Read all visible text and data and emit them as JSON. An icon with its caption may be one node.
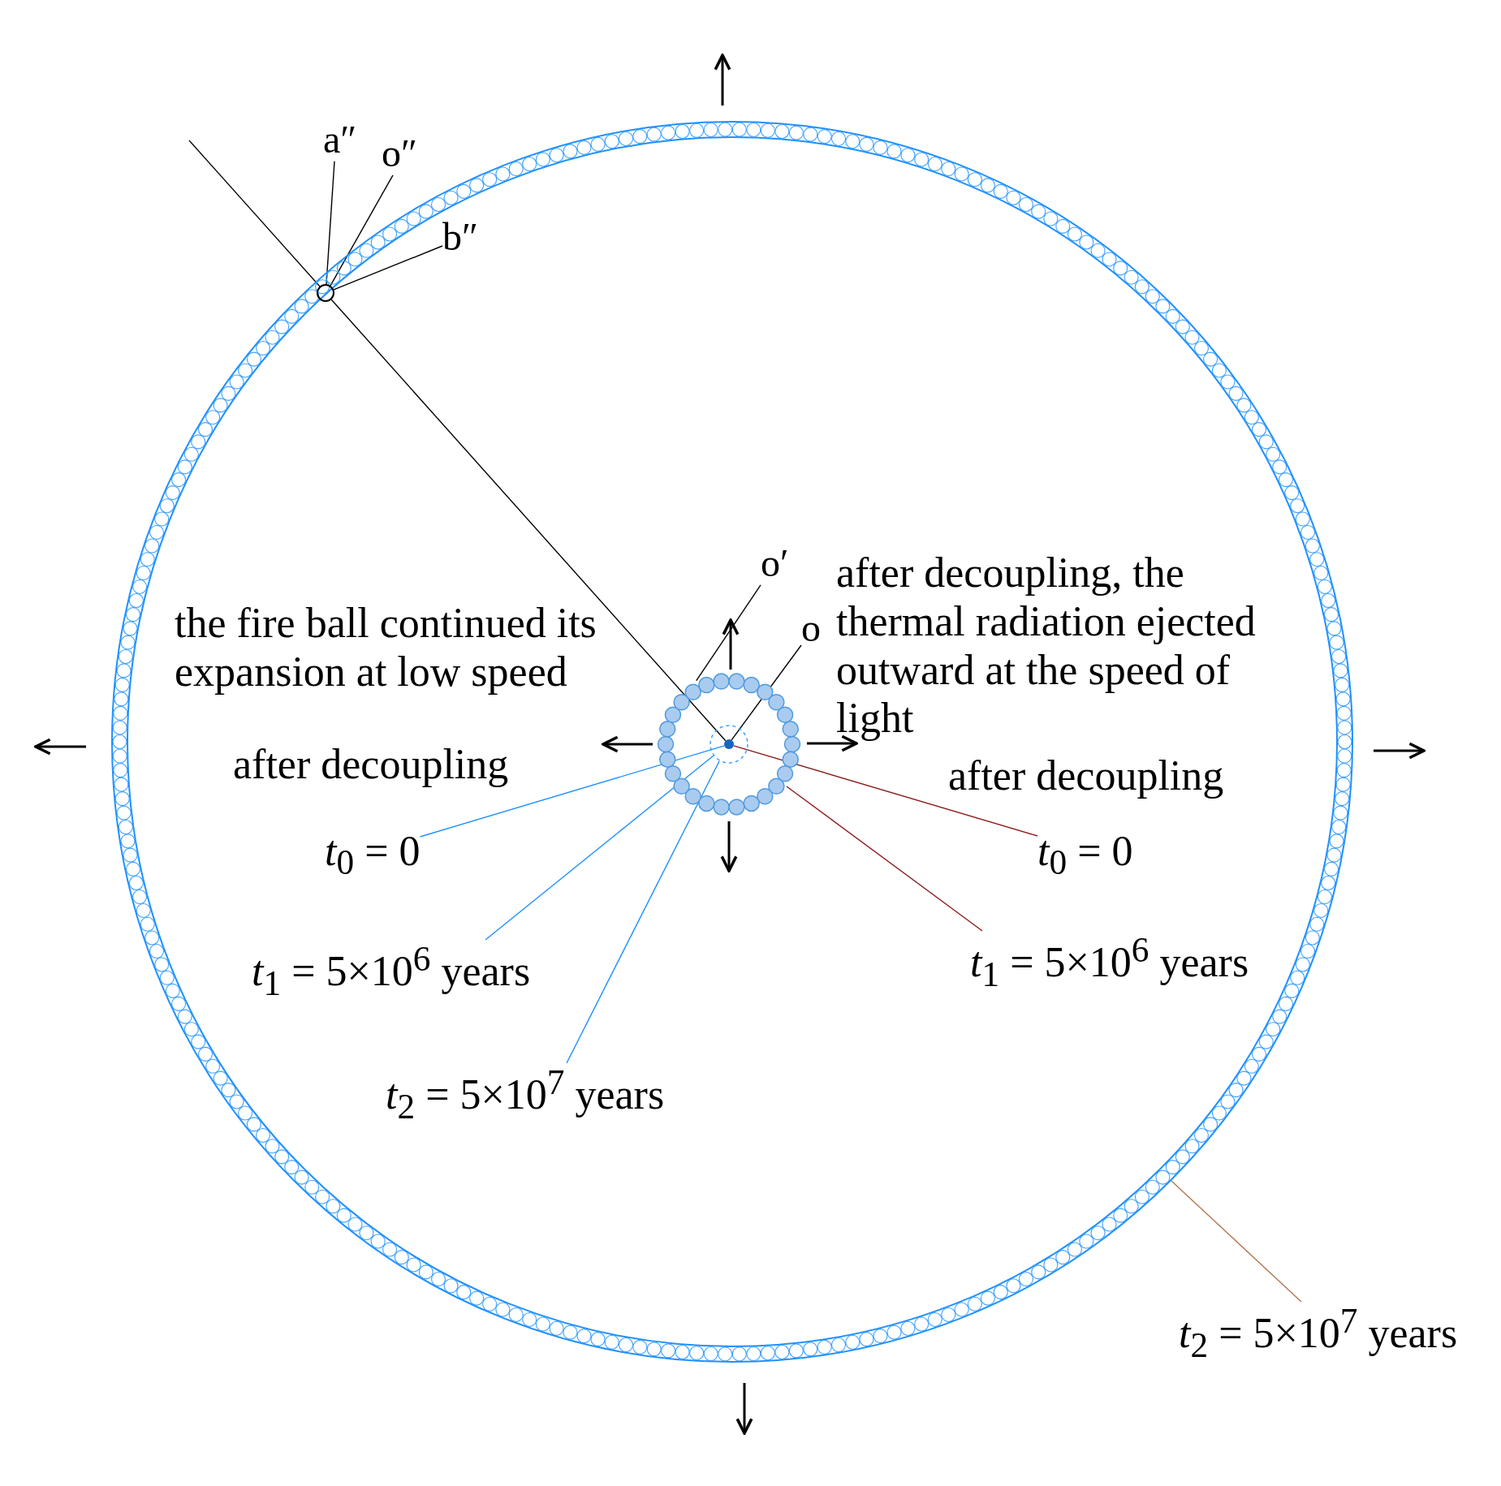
{
  "diagram": {
    "nodes": [
      {
        "text": [],
        "shape": "circle"
      },
      {
        "text": [],
        "shape": "circle",
        "in": 0
      },
      {
        "text": [],
        "shape": "circle",
        "in": 1
      },
      {
        "text": [],
        "shape": "circle",
        "in": 2
      },
      {
        "text": [],
        "shape": "circle",
        "in": 0
      },
      {
        "text": [
          "a″"
        ]
      },
      {
        "text": [
          "o″"
        ]
      },
      {
        "text": [
          "b″"
        ],
        "in": 0
      },
      {
        "text": [
          "o′"
        ],
        "in": 0
      },
      {
        "text": [
          "o"
        ],
        "in": 0
      },
      {
        "text": [
          "*t*$_{0}$ = 0"
        ],
        "in": 0
      },
      {
        "text": [
          "*t*$_{1}$ = 5×10$^{6}$ years"
        ],
        "in": 0
      },
      {
        "text": [
          "*t*$_{2}$ = 5×10$^{7}$ years"
        ],
        "in": 0
      },
      {
        "text": [
          "*t*$_{0}$ = 0"
        ],
        "in": 0
      },
      {
        "text": [
          "*t*$_{1}$ = 5×10$^{6}$ years"
        ],
        "in": 0
      },
      {
        "text": [
          "*t*$_{2}$ = 5×10$^{7}$ years"
        ]
      }
    ],
    "edges": [
      {
        "from": 3,
        "to": 4,
        "arrow": "none"
      },
      {
        "from": 5,
        "to": 4,
        "arrow": "none"
      },
      {
        "from": 6,
        "to": 4,
        "arrow": "none"
      },
      {
        "from": 7,
        "to": 4,
        "arrow": "none"
      },
      {
        "from": 8,
        "to": 1,
        "arrow": "none"
      },
      {
        "from": 9,
        "to": 3,
        "arrow": "none"
      },
      {
        "from": 10,
        "to": 3,
        "arrow": "none",
        "color": "#1e90ff"
      },
      {
        "from": 11,
        "to": 2,
        "arrow": "none",
        "color": "#1e90ff"
      },
      {
        "from": 12,
        "to": 2,
        "arrow": "none",
        "color": "#1e90ff"
      },
      {
        "from": 13,
        "to": 3,
        "arrow": "none",
        "color": "#8b1a1a"
      },
      {
        "from": 14,
        "to": 1,
        "arrow": "none",
        "color": "#8b1a1a"
      },
      {
        "from": 15,
        "to": 0,
        "arrow": "none",
        "color": "#b5764f"
      }
    ],
    "labels": [
      "the fire ball continued its expansion at low speed",
      "after decoupling, the thermal radiation ejected outward at the speed of light",
      "after decoupling",
      "after decoupling"
    ]
  }
}
